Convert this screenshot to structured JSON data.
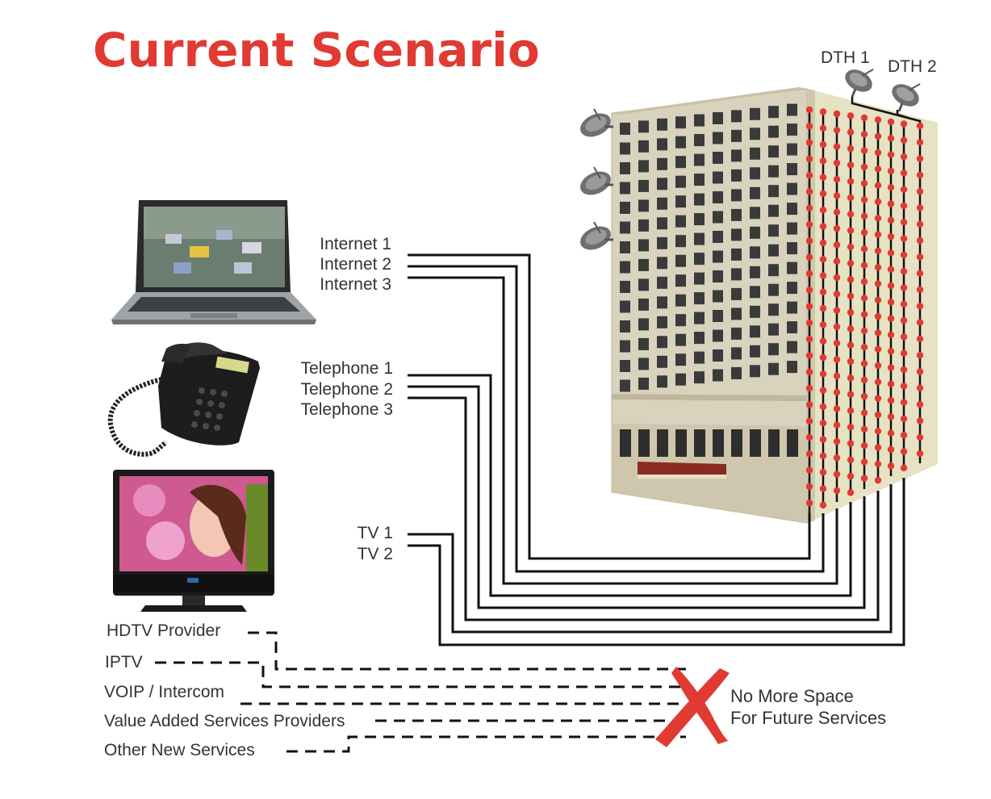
{
  "title": "Current Scenario",
  "dth_labels": [
    "DTH 1",
    "DTH 2"
  ],
  "internet_labels": [
    "Internet 1",
    "Internet 2",
    "Internet 3"
  ],
  "telephone_labels": [
    "Telephone 1",
    "Telephone 2",
    "Telephone 3"
  ],
  "tv_labels": [
    "TV 1",
    "TV 2"
  ],
  "future_services": [
    "HDTV Provider",
    "IPTV",
    "VOIP / Intercom",
    "Value Added Services Providers",
    "Other New Services"
  ],
  "note": [
    "No More Space",
    "For Future Services"
  ],
  "colors": {
    "accent": "#e03a33",
    "line": "#111111",
    "text": "#333333",
    "building": "#d9d2bc"
  }
}
